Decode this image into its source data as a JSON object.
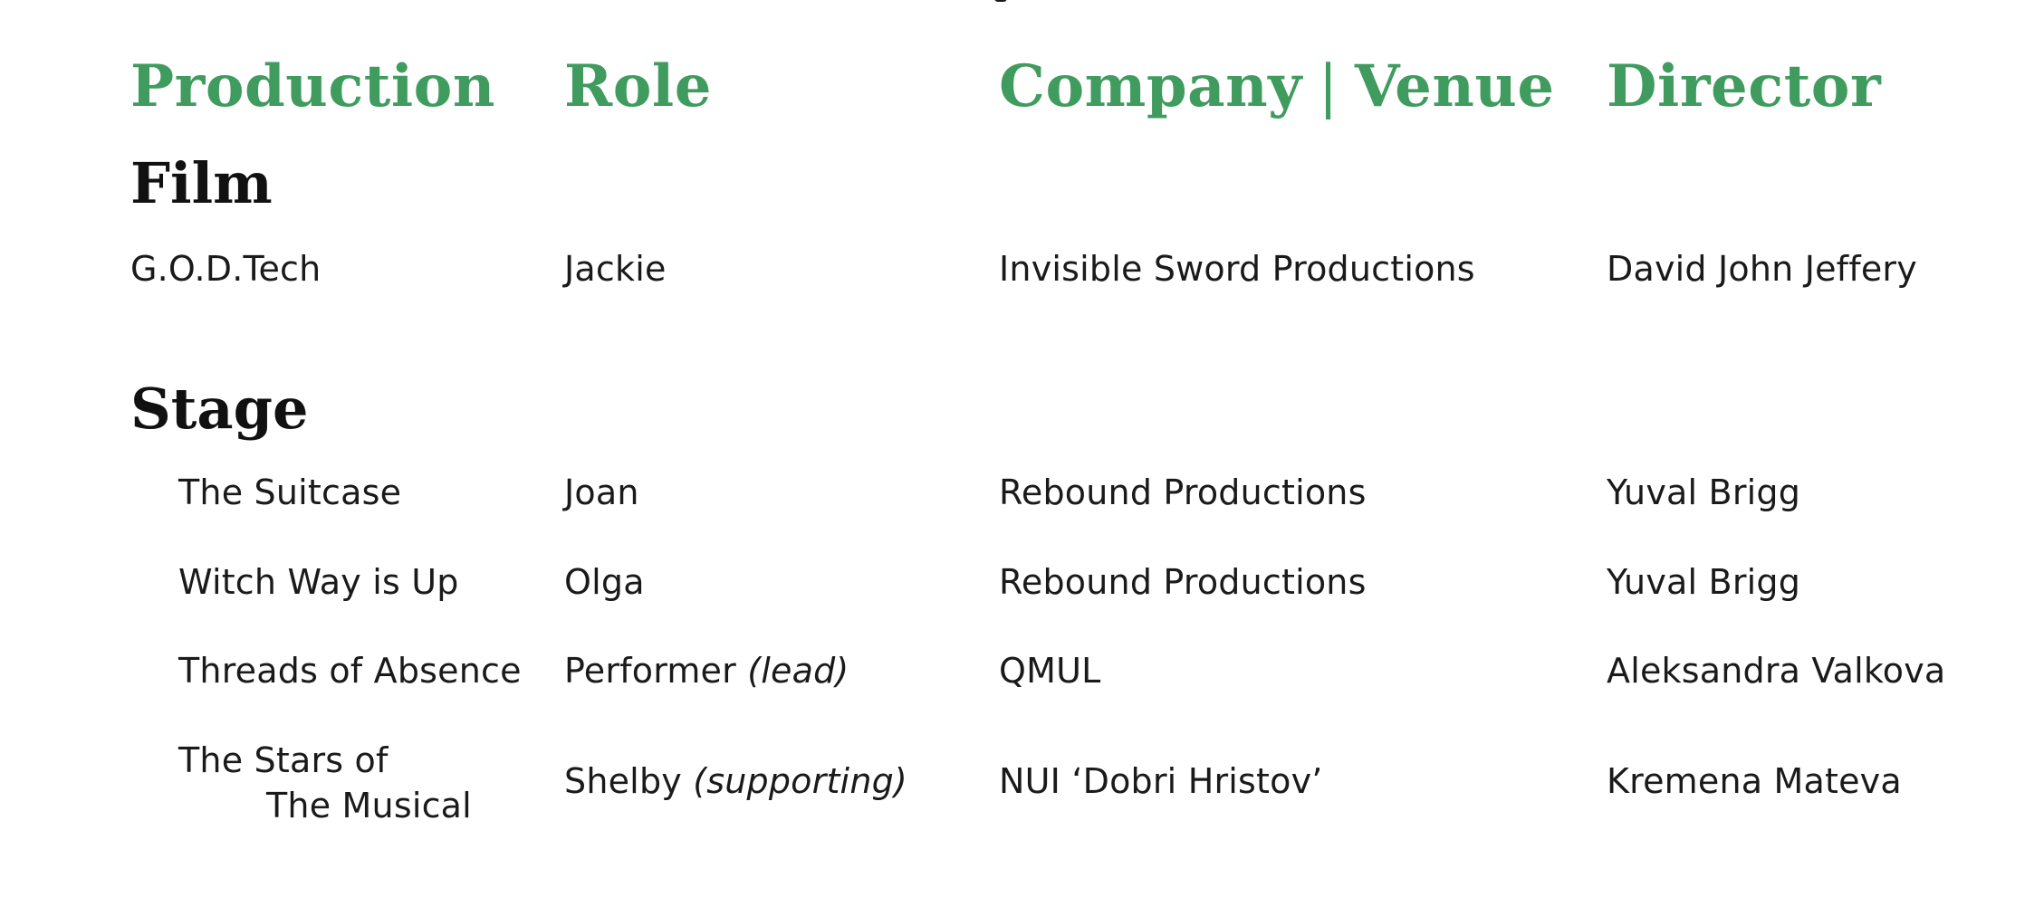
{
  "headers": {
    "production": "Production",
    "role": "Role",
    "company": "Company",
    "separator": "|",
    "venue": "Venue",
    "director": "Director"
  },
  "sections": {
    "film": {
      "title": "Film",
      "rows": [
        {
          "production": "G.O.D.Tech",
          "role": "Jackie",
          "role_note": "",
          "company": "Invisible Sword Productions",
          "director": "David John Jeffery"
        }
      ]
    },
    "stage": {
      "title": "Stage",
      "rows": [
        {
          "production": "The Suitcase",
          "role": "Joan",
          "role_note": "",
          "company": "Rebound Productions",
          "director": "Yuval Brigg"
        },
        {
          "production": "Witch Way is Up",
          "role": "Olga",
          "role_note": "",
          "company": "Rebound Productions",
          "director": "Yuval Brigg"
        },
        {
          "production": "Threads of Absence",
          "role": "Performer",
          "role_note": "(lead)",
          "company": "QMUL",
          "director": "Aleksandra Valkova"
        },
        {
          "production_line1": "The Stars of",
          "production_line2": "The Musical",
          "role": "Shelby",
          "role_note": "(supporting)",
          "company": "NUI ‘Dobri Hristov’",
          "director": "Kremena Mateva"
        }
      ]
    }
  },
  "colors": {
    "header_green": "#3f9c5e",
    "text": "#1a1a1a"
  }
}
